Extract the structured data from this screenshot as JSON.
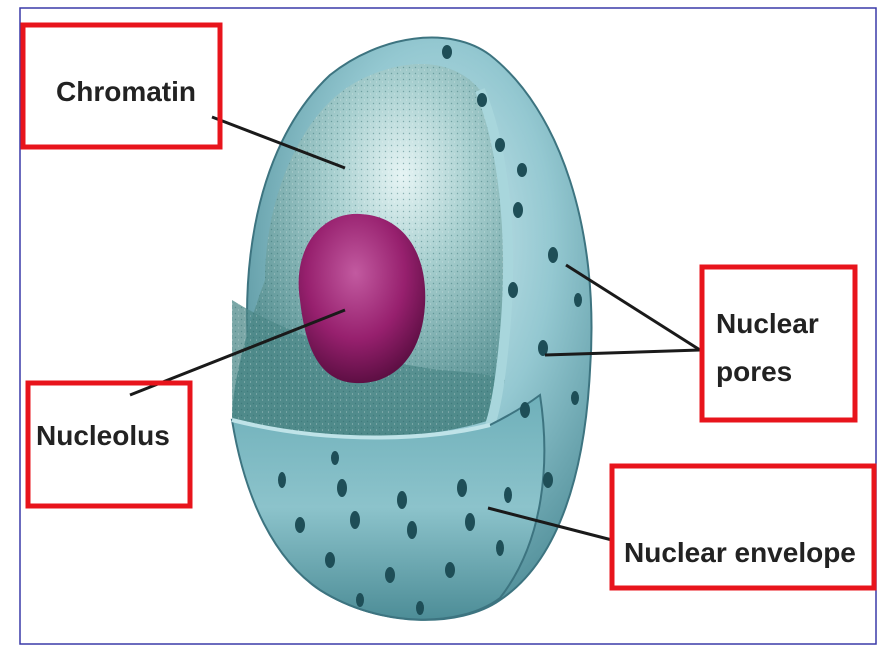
{
  "diagram": {
    "labels": {
      "chromatin": "Chromatin",
      "nucleolus": "Nucleolus",
      "nuclear_pores_line1": "Nuclear",
      "nuclear_pores_line2": "pores",
      "nuclear_envelope": "Nuclear envelope"
    },
    "colors": {
      "highlight_box": "#e8141c",
      "frame_border": "#3a3aa8",
      "envelope": "#7fbcc6",
      "envelope_dark": "#4f8f9a",
      "chromatin": "#6fa8a8",
      "nucleolus": "#9a1a6e",
      "leader_line": "#1a1a1a"
    },
    "icons": [
      "nucleus-illustration"
    ]
  }
}
